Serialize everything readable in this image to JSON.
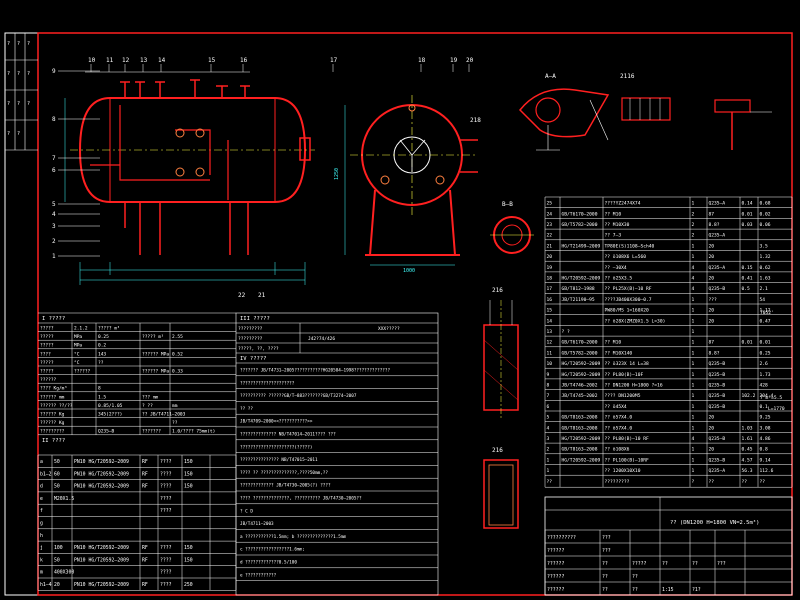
{
  "labels": {
    "callouts_top": [
      "10",
      "11",
      "12",
      "13",
      "14",
      "15",
      "16",
      "17",
      "18",
      "19",
      "20"
    ],
    "callouts_left": [
      "9",
      "8",
      "7",
      "6",
      "5",
      "4",
      "3",
      "2",
      "1"
    ],
    "callouts_bottom": [
      "22",
      "21"
    ],
    "right_view": {
      "tag": "218",
      "dim_h": "1250",
      "dim_w": "1000"
    },
    "section_aa": "A—A",
    "section_bb": "B—B",
    "view_2116": "2116",
    "view_216": "216",
    "view_216b": "216"
  },
  "tech_table_title": "I ?????",
  "tech_rows": [
    [
      "?????",
      "2.1.2",
      "????? m³",
      ""
    ],
    [
      "?????",
      "MPa",
      "0.25",
      "????? m³",
      "2.55"
    ],
    [
      "?????",
      "MPa",
      "0.2",
      "",
      ""
    ],
    [
      "????",
      "°C",
      "143",
      "?????? MPa",
      "0.52"
    ],
    [
      "?????",
      "°C",
      "??",
      "",
      ""
    ],
    [
      "?????",
      "??????",
      "",
      "?????? MPa",
      "0.33"
    ],
    [
      "??????",
      "",
      "",
      "",
      ""
    ],
    [
      "???? Kg/m³",
      "",
      "8",
      "",
      ""
    ],
    [
      "?????? mm",
      "",
      "1.5",
      "??? mm",
      ""
    ],
    [
      "?????? ??/??",
      "",
      "0.85/1.05",
      "? ??",
      "mm"
    ],
    [
      "?????? Kg",
      "",
      "345(2???)",
      "?? JB/T4711—2003",
      ""
    ],
    [
      "?????? Kg",
      "",
      "",
      "",
      "??"
    ],
    [
      "?????????",
      "",
      "Q235—B",
      "???????",
      "1.0/???? 75mm(t)"
    ]
  ],
  "nozzle_title": "II ????",
  "nozzle_rows": [
    [
      "a",
      "50",
      "PN10 HG/T20592—2009",
      "RF",
      "????",
      "150"
    ],
    [
      "b1—2",
      "60",
      "PN10 HG/T20592—2009",
      "RF",
      "????",
      "150"
    ],
    [
      "d",
      "50",
      "PN10 HG/T20592—2009",
      "RF",
      "????",
      "150"
    ],
    [
      "e",
      "M20X1.5",
      "",
      "",
      "????",
      ""
    ],
    [
      "f",
      "",
      "",
      "",
      "????",
      ""
    ],
    [
      "g",
      "",
      "",
      "",
      "",
      ""
    ],
    [
      "h",
      "",
      "",
      "",
      "",
      ""
    ],
    [
      "j",
      "100",
      "PN10 HG/T20592—2009",
      "RF",
      "????",
      "150"
    ],
    [
      "k",
      "50",
      "PN10 HG/T20592—2009",
      "RF",
      "????",
      "150"
    ],
    [
      "m",
      "400X300",
      "",
      "",
      "????",
      ""
    ],
    [
      "h1—4",
      "20",
      "PN10 HG/T20592—2009",
      "RF",
      "????",
      "250"
    ]
  ],
  "design_title": "III ?????",
  "design_rows": [
    [
      "?????????",
      "",
      "XXX?????",
      ""
    ],
    [
      "?????????",
      "J42?74/426",
      ""
    ],
    [
      "?????, ??, ????",
      "",
      ""
    ]
  ],
  "req_title": "IV ?????",
  "requirements": [
    "???????  JB/T4731—2005???????????HG20584—1998??????????????",
    "?????????????????????",
    "?????????? ??????GB/T—883???????GB/T3274—2007",
    "?? ??",
    "JB/T4709—2000<<???????????>>",
    "?????????????? NB/T47014—2011???? ???",
    "?????????????????????(?????)",
    "??????????????? NB/T47015—2011",
    "???? ?? ??????????????,????50mm,??",
    "????????????? JB/T4730—2005(?) ????",
    "???? ??????????????, ?????????? JB/T4730—2005??",
    "? C D",
    "JB/T4711—2003",
    "a ???????????1.5mm; b ??????????????1.5mm",
    "c ?????????????????1.6mm;",
    "d ?????????????0.5/100",
    "e ????????????"
  ],
  "bom_rows": [
    [
      "25",
      "",
      "????YZ2474X74",
      "1",
      "Q235—A",
      "0.14",
      "0.68"
    ],
    [
      "24",
      "GB/T6170—2000",
      "?? M10",
      "2",
      "87",
      "0.01",
      "0.02"
    ],
    [
      "23",
      "GB/T5782—2000",
      "?? M10X30",
      "2",
      "8.8?",
      "0.03",
      "0.06"
    ],
    [
      "22",
      "",
      "?? 7—3",
      "2",
      "Q235—A",
      "",
      ""
    ],
    [
      "21",
      "HG/T21499—2009",
      "TP80E(S)1108—Sch40",
      "1",
      "20",
      "",
      "3.5"
    ],
    [
      "20",
      "",
      "?? ö108X6 L=560",
      "1",
      "20",
      "",
      "1.32"
    ],
    [
      "19",
      "",
      "?? —30X4",
      "4",
      "Q235—A",
      "0.15",
      "0.62"
    ],
    [
      "18",
      "HG/T20592—2009",
      "?? ö25X3.5",
      "4",
      "20",
      "0.41",
      "1.63"
    ],
    [
      "17",
      "GB/T812—1988",
      "?? PL25X(B)—10 RF",
      "4",
      "Q235—B",
      "0.5",
      "2.1"
    ],
    [
      "16",
      "JB/T21190—95",
      "????JB400X300—0.7",
      "1",
      "???",
      "",
      "54"
    ],
    [
      "15",
      "",
      "PW80/MS 1=160X20",
      "1",
      "20",
      "",
      "1.12"
    ],
    [
      "14",
      "",
      "?? ö28X(ZMZ0X1.5 L=30)",
      "1",
      "20",
      "",
      "0.47"
    ],
    [
      "13",
      "? ?",
      "",
      "1",
      "",
      "",
      ""
    ],
    [
      "12",
      "GB/T6170—2000",
      "?? M10",
      "1",
      "87",
      "0.01",
      "0.01"
    ],
    [
      "11",
      "GB/T5782—2000",
      "?? M10X140",
      "1",
      "8.8?",
      "",
      "0.25"
    ],
    [
      "10",
      "HG/T20592—2009",
      "?? ö323X 14 L=38",
      "1",
      "Q235—B",
      "",
      "2.6"
    ],
    [
      "9",
      "HG/T20592—2009",
      "?? PL80(B)—10F",
      "1",
      "Q235—B",
      "",
      "1.73"
    ],
    [
      "8",
      "JB/T4746—2002",
      "?? DN1200 H=1800 ?=16",
      "1",
      "Q235—B",
      "",
      "428"
    ],
    [
      "7",
      "JB/T4745—2002",
      "???? DN1200M5",
      "1",
      "Q235—B",
      "102.2",
      "204.4"
    ],
    [
      "6",
      "",
      "?? ö45X4",
      "1",
      "Q235—B",
      "",
      "0.1"
    ],
    [
      "5",
      "GB/T8163—2008",
      "?? ö57X4.0",
      "1",
      "20",
      "",
      "9.25"
    ],
    [
      "4",
      "GB/T8163—2008",
      "?? ö57X4.0",
      "1",
      "20",
      "1.03",
      "3.08"
    ],
    [
      "3",
      "HG/T20592—2009",
      "?? PL80(B)—10 RF",
      "4",
      "Q235—B",
      "1.61",
      "4.86"
    ],
    [
      "2",
      "GB/T8163—2008",
      "?? ö108X6",
      "1",
      "20",
      "0.45",
      "0.8"
    ],
    [
      "1",
      "HG/T20592—2009",
      "?? PL100(B)—10RF",
      "1",
      "Q235—B",
      "4.57",
      "9.14"
    ],
    [
      "1",
      "",
      "?? 1200X10X10",
      "1",
      "Q235—A",
      "56.3",
      "112.6"
    ]
  ],
  "bom_extra": {
    "note1": "1.12",
    "note2": "7052'",
    "note3": "L=1770",
    "note4": "7 m³=5.5",
    "note5": "L=???"
  },
  "bom_header": [
    "??",
    "",
    "?????????",
    "?",
    "??",
    "??",
    "??"
  ],
  "title_block": {
    "project": "?? (DN1200 H=1800 VN=2.5m³)",
    "row1": [
      "??????????",
      "???",
      "",
      "",
      "",
      ""
    ],
    "row2": [
      "??????",
      "???",
      "",
      "",
      ""
    ],
    "row3": [
      "??????",
      "??",
      "?????",
      "??",
      "??",
      "???"
    ],
    "row4": [
      "??????",
      "??",
      "??",
      "",
      ""
    ],
    "row5": [
      "??????",
      "??",
      "??",
      "1:15",
      "?1?",
      ""
    ],
    "meta": [
      "??",
      "??",
      "1:15",
      "?1?"
    ]
  },
  "side_table": [
    "?",
    "?",
    "?",
    "?",
    "?",
    "?",
    "?",
    "?",
    "?",
    "?",
    "?"
  ]
}
